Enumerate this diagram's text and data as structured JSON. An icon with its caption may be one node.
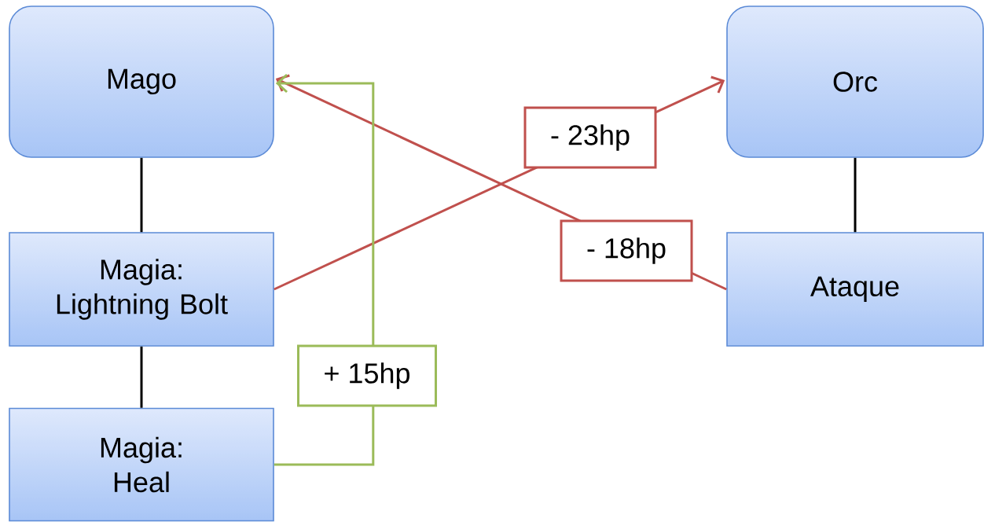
{
  "diagram": {
    "nodes": [
      {
        "text": [
          "Mago"
        ]
      },
      {
        "text": [
          "Magia: Lightning Bolt"
        ]
      },
      {
        "text": [
          "Magia: Heal"
        ]
      },
      {
        "text": [
          "Orc"
        ]
      },
      {
        "text": [
          "Ataque"
        ]
      }
    ],
    "edges": [
      {
        "from": 0,
        "to": 1,
        "arrow": "none"
      },
      {
        "from": 1,
        "to": 2,
        "arrow": "none"
      },
      {
        "from": 3,
        "to": 4,
        "arrow": "none"
      },
      {
        "from": 1,
        "to": 3,
        "arrow": "to",
        "label": "- 23hp",
        "color": "#c0504d"
      },
      {
        "from": 4,
        "to": 0,
        "arrow": "to",
        "label": "- 18hp",
        "color": "#c0504d"
      },
      {
        "from": 2,
        "to": 0,
        "arrow": "to",
        "label": "+ 15hp",
        "color": "#9bbb59"
      }
    ]
  }
}
